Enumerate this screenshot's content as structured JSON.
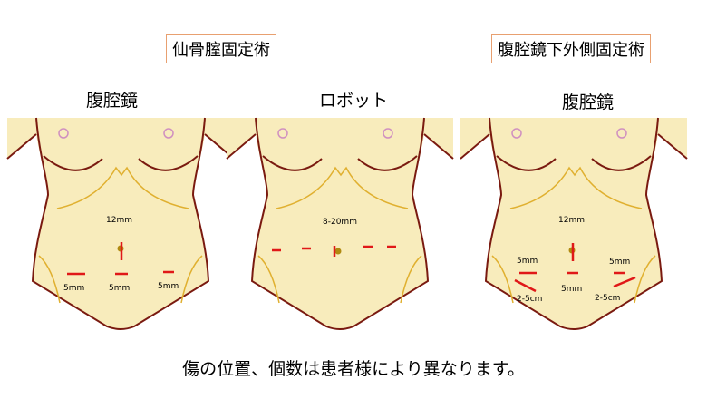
{
  "headers": {
    "sacro": "仙骨腟固定術",
    "lateral": "腹腔鏡下外側固定術"
  },
  "panels": [
    {
      "title": "腹腔鏡",
      "ports": [
        "12mm",
        "5mm",
        "5mm",
        "5mm"
      ]
    },
    {
      "title": "ロボット",
      "ports": [
        "8-20mm"
      ]
    },
    {
      "title": "腹腔鏡",
      "ports": [
        "12mm",
        "5mm",
        "5mm",
        "5mm",
        "2-5cm",
        "2-5cm"
      ]
    }
  ],
  "footnote": "傷の位置、個数は患者様により異なります。",
  "colors": {
    "skin": "#f8ecbc",
    "outline": "#7a1a10",
    "incision": "#e01818",
    "rib": "#e0b030"
  }
}
